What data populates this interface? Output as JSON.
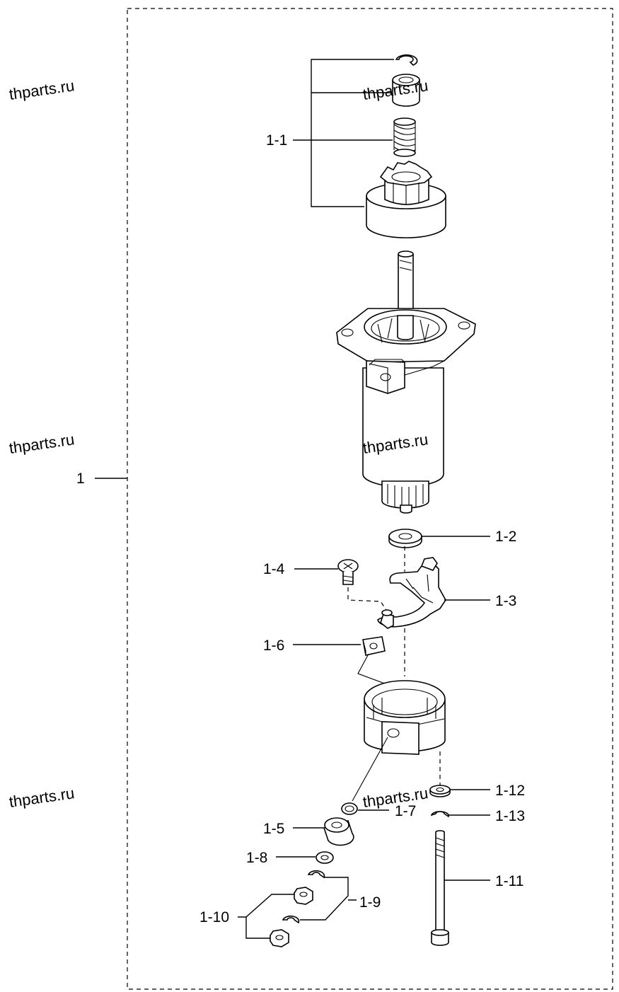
{
  "watermarks": [
    {
      "id": "wm-1",
      "text": "thparts.ru"
    },
    {
      "id": "wm-2",
      "text": "thparts.ru"
    },
    {
      "id": "wm-3",
      "text": "thparts.ru"
    },
    {
      "id": "wm-4",
      "text": "thparts.ru"
    },
    {
      "id": "wm-5",
      "text": "thparts.ru"
    },
    {
      "id": "wm-6",
      "text": "thparts.ru"
    }
  ],
  "callouts": {
    "assembly": "1",
    "pinion_kit": "1-1",
    "washer_top": "1-2",
    "brush_holder": "1-3",
    "screw": "1-4",
    "insulator_bushing": "1-5",
    "square_nut": "1-6",
    "o_ring": "1-7",
    "flat_washer": "1-8",
    "spring_washer": "1-9",
    "nut": "1-10",
    "through_bolt": "1-11",
    "washer_bolt": "1-12",
    "lock_washer_bolt": "1-13"
  }
}
